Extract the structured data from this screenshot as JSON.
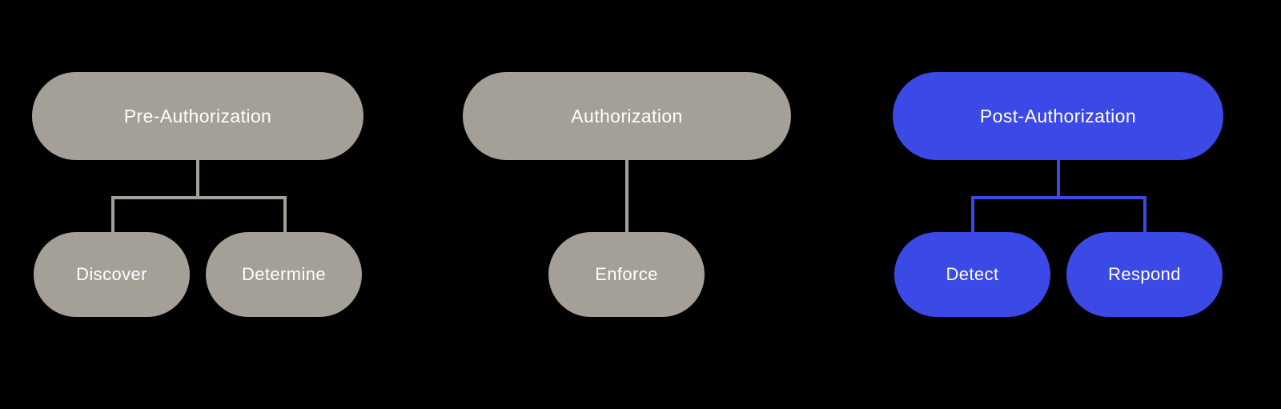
{
  "diagram": {
    "background_color": "#000000",
    "text_color": "#FFFFFF",
    "gray_color": "#A5A097",
    "blue_color": "#3B49E6",
    "trees": [
      {
        "id": "pre-authorization",
        "accent": "#A5A097",
        "parent": "Pre-Authorization",
        "children": [
          "Discover",
          "Determine"
        ]
      },
      {
        "id": "authorization",
        "accent": "#A5A097",
        "parent": "Authorization",
        "children": [
          "Enforce"
        ]
      },
      {
        "id": "post-authorization",
        "accent": "#3B49E6",
        "parent": "Post-Authorization",
        "children": [
          "Detect",
          "Respond"
        ]
      }
    ]
  }
}
